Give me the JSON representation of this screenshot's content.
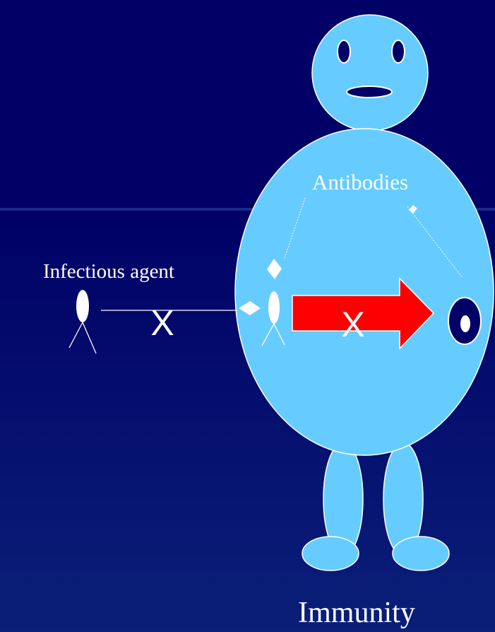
{
  "labels": {
    "infectious_agent": "Infectious agent",
    "antibodies": "Antibodies",
    "blocked_mark": "X",
    "caption": "Immunity"
  },
  "colors": {
    "background_top": "#000066",
    "background_bottom": "#0A1F78",
    "body": "#66CCFF",
    "arrow": "#FF0000",
    "cell": "#000066",
    "white": "#FFFFFF"
  },
  "icons": {
    "antibody": "diamond",
    "infectious_agent": "tripod-pathogen",
    "target_cell": "cell-with-nucleus",
    "block": "x-mark"
  }
}
